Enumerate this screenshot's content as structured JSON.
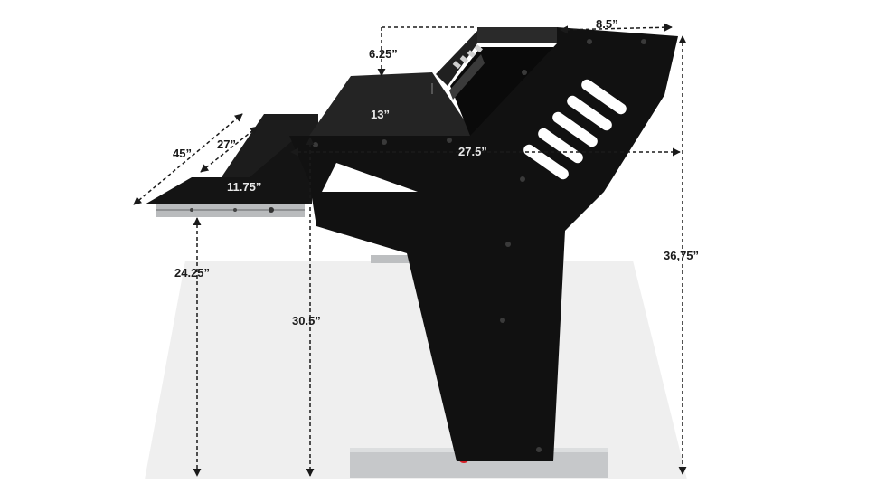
{
  "diagram": {
    "product": "studio desk",
    "colors": {
      "panel": "#111111",
      "panel_top": "#262626",
      "base": "#c4c6c8",
      "dimension_line": "#1a1a1a",
      "floor_shadow": "#ececec",
      "label_on_dark": "#e8e8e8",
      "badge": "#d61f26"
    },
    "dimensions": {
      "total_depth": "45”",
      "keyboard_tray_depth": "27”",
      "keyboard_tray_shelf": "11.75”",
      "desk_top": "13”",
      "rack_depth": "6.25”",
      "rack_top_width": "8.5”",
      "desk_depth": "27.5”",
      "tray_height": "24.25”",
      "desk_height": "30.5”",
      "total_height": "36,75”"
    }
  }
}
